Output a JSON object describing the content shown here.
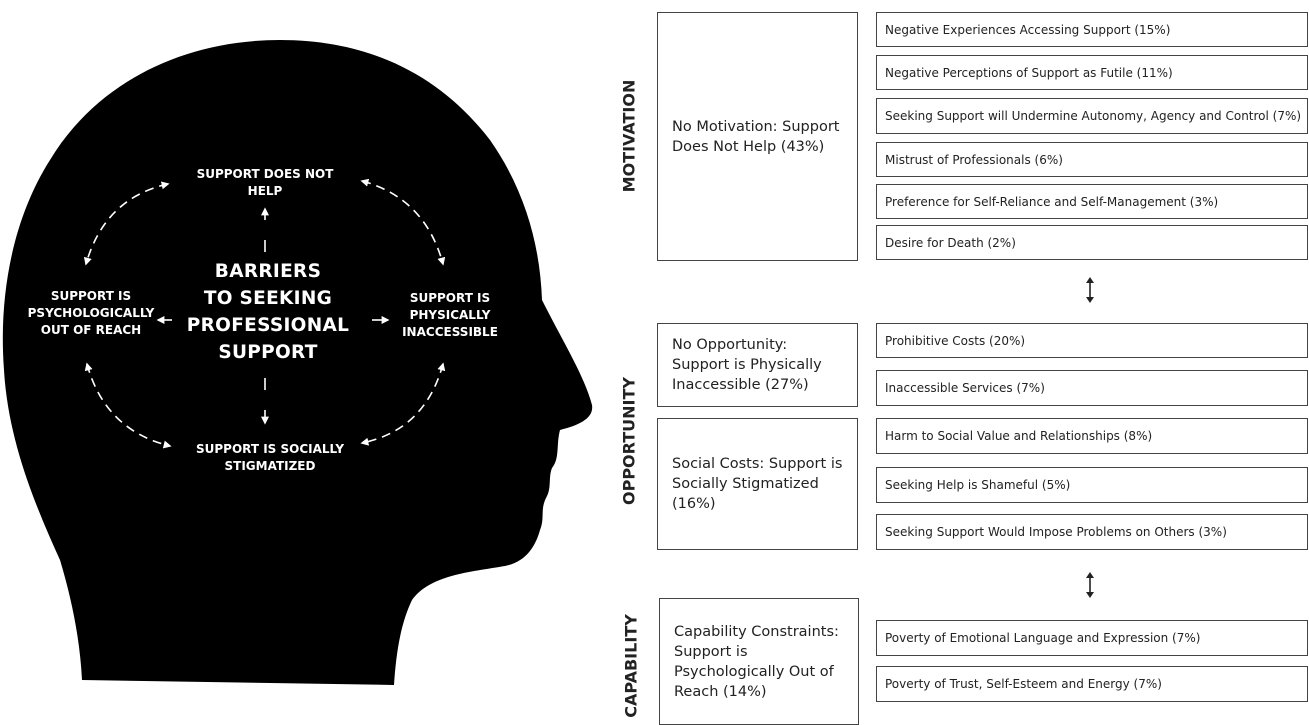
{
  "left": {
    "title": "BARRIERS\nTO SEEKING\nPROFESSIONAL\nSUPPORT",
    "labels": {
      "top": "SUPPORT DOES NOT\nHELP",
      "left": "SUPPORT IS\nPSYCHOLOGICALLY\nOUT OF REACH",
      "right": "SUPPORT IS\nPHYSICALLY\nINACCESSIBLE",
      "bottom": "SUPPORT IS SOCIALLY\nSTIGMATIZED"
    }
  },
  "sections": {
    "motivation": {
      "label": "MOTIVATION",
      "category": "No Motivation: Support Does Not Help  (43%)",
      "items": [
        "Negative Experiences Accessing Support (15%)",
        "Negative Perceptions of Support as Futile (11%)",
        "Seeking Support will Undermine Autonomy, Agency and Control (7%)",
        "Mistrust of Professionals (6%)",
        "Preference for Self-Reliance and Self-Management (3%)",
        "Desire for Death (2%)"
      ]
    },
    "opportunity": {
      "label": "OPPORTUNITY",
      "category1": "No Opportunity: Support is Physically Inaccessible  (27%)",
      "items1": [
        "Prohibitive Costs (20%)",
        "Inaccessible Services (7%)"
      ],
      "category2": "Social Costs: Support is Socially Stigmatized (16%)",
      "items2": [
        "Harm to Social Value and Relationships (8%)",
        "Seeking Help is Shameful (5%)",
        "Seeking Support Would Impose Problems on Others (3%)"
      ]
    },
    "capability": {
      "label": "CAPABILITY",
      "category": "Capability Constraints: Support is Psychologically Out of Reach  (14%)",
      "items": [
        "Poverty of Emotional Language and Expression (7%)",
        "Poverty of Trust, Self-Esteem and Energy (7%)"
      ]
    }
  },
  "colors": {
    "head": "#000000",
    "border": "#444444",
    "text": "#222222"
  }
}
